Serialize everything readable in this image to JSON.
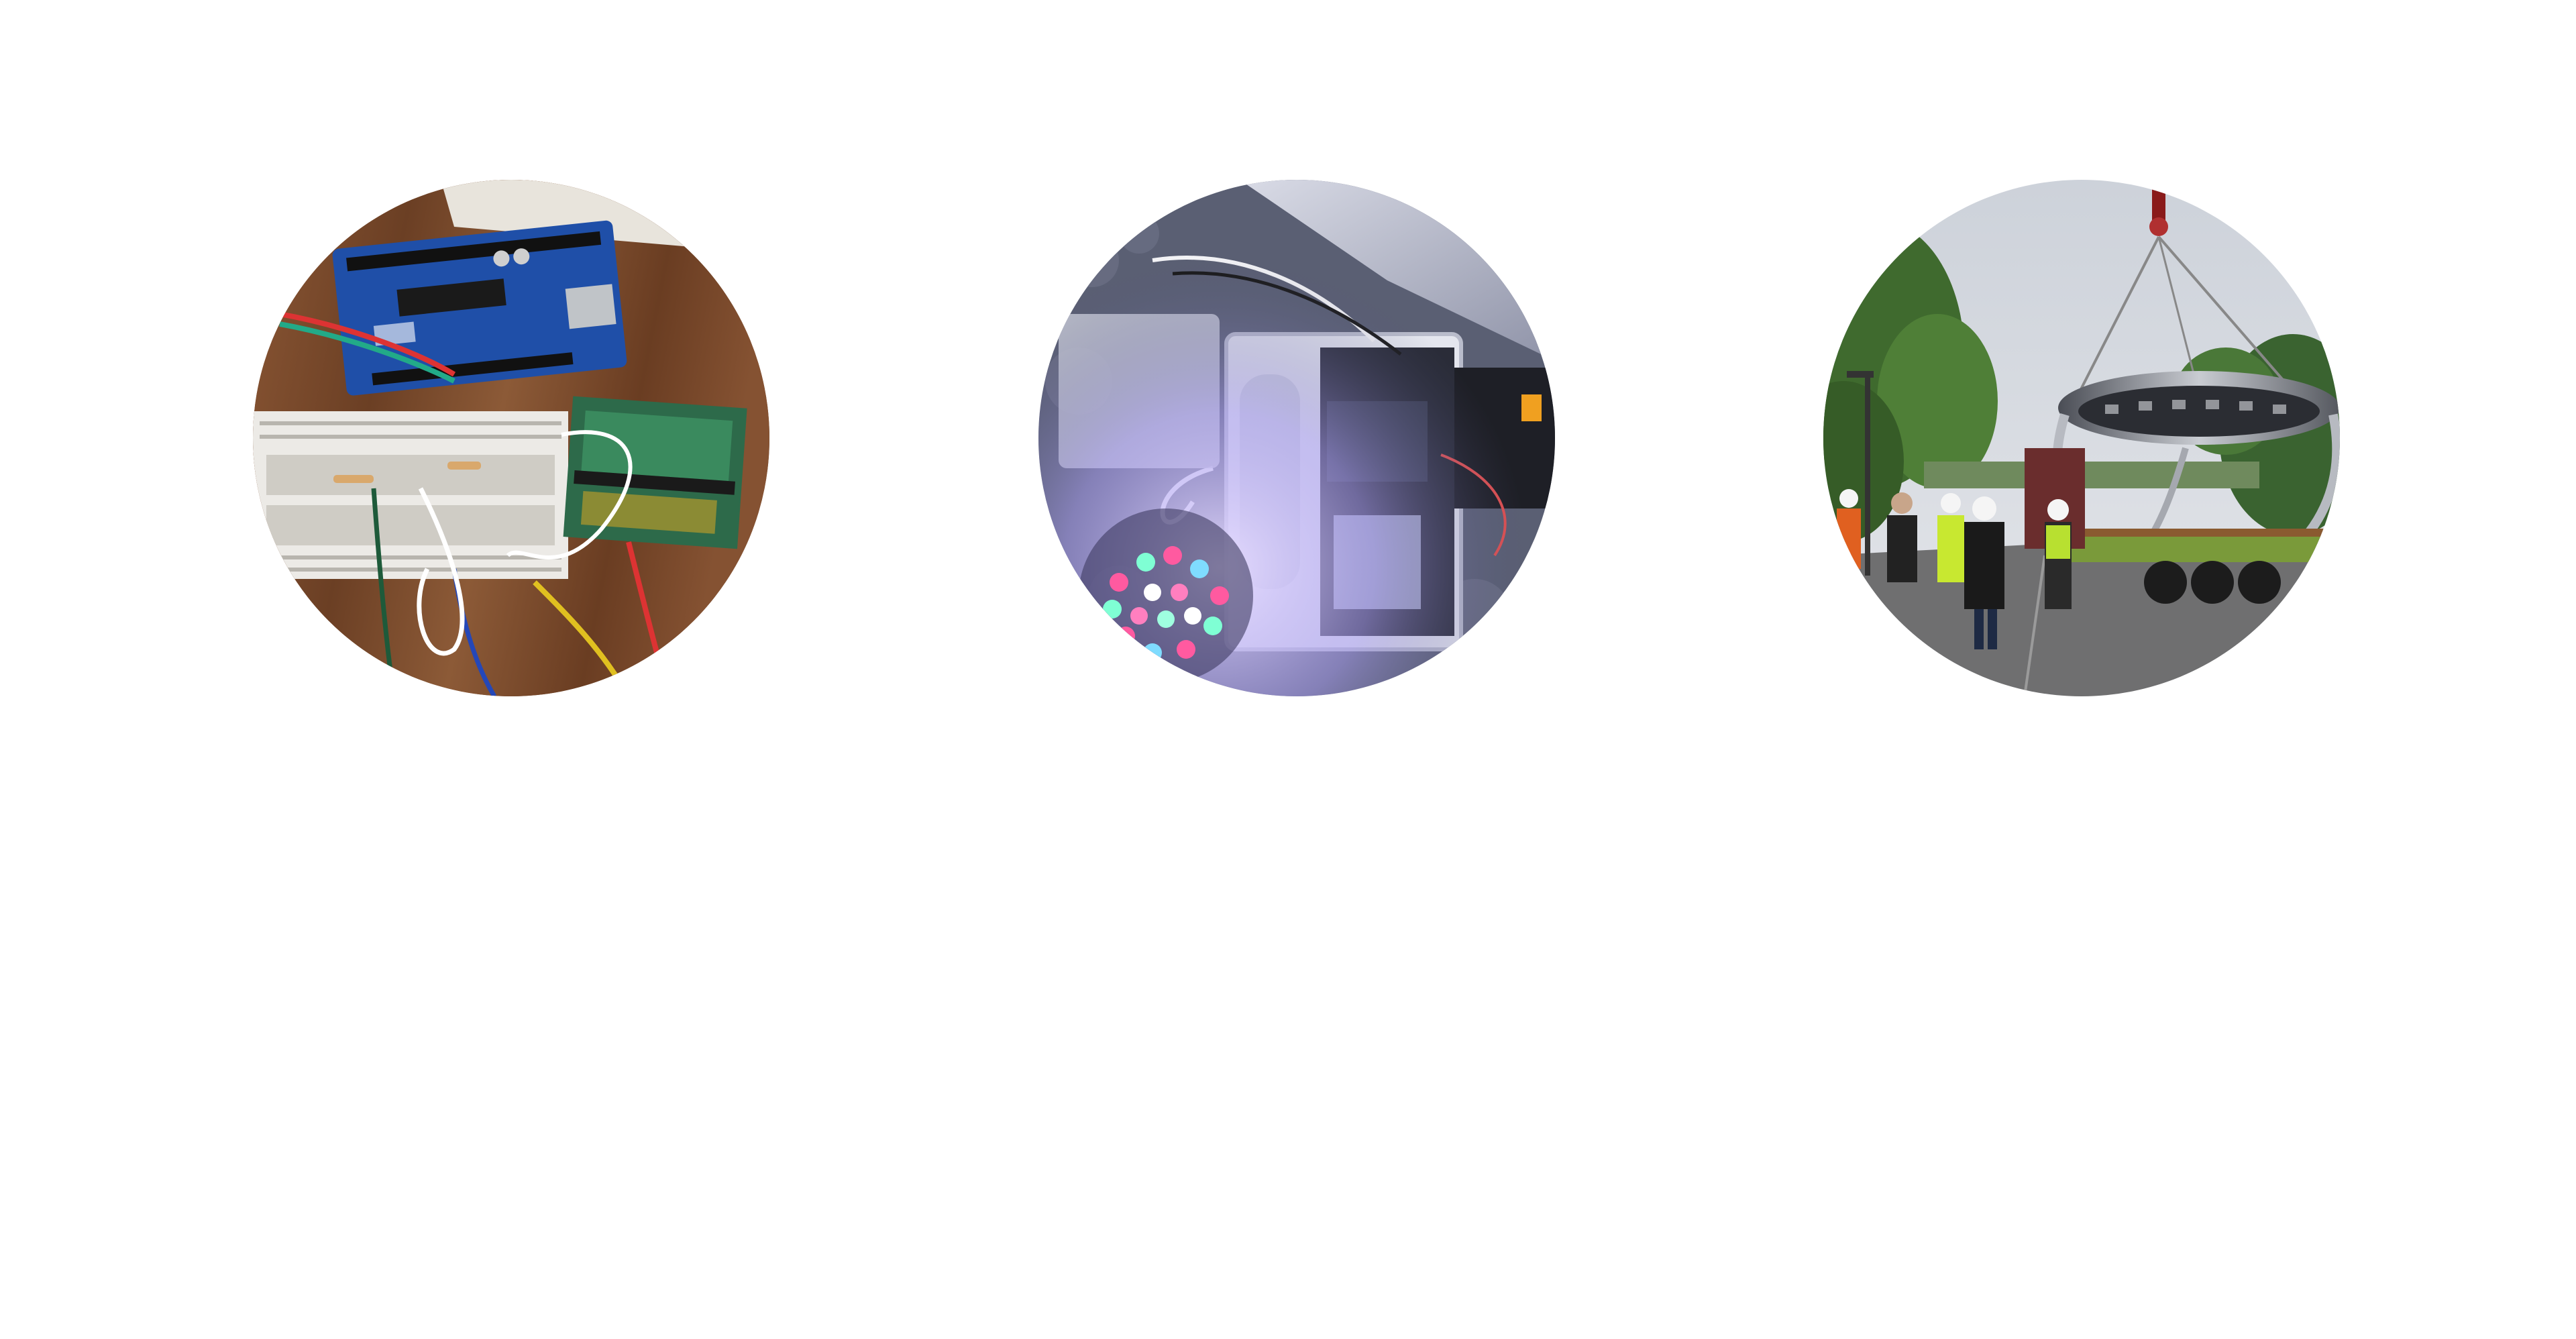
{
  "photos": [
    {
      "subject": "arduino-breadboard",
      "colors": {
        "wood": "#7a4a2c",
        "board": "#1f4fa8",
        "breadboard": "#eceae6",
        "pcb": "#2d6a4a"
      }
    },
    {
      "subject": "electronics-enclosure-led",
      "colors": {
        "stone": "#5a5f73",
        "enclosure": "#e4e6ee",
        "glow": "#b8a8ff",
        "led_ring": "#ff5aa0"
      }
    },
    {
      "subject": "crane-lifting-sculpture",
      "colors": {
        "sky": "#d7dbe2",
        "trees": "#3f6a2e",
        "road": "#6f6f70",
        "truck": "#7a9a3a"
      }
    }
  ]
}
